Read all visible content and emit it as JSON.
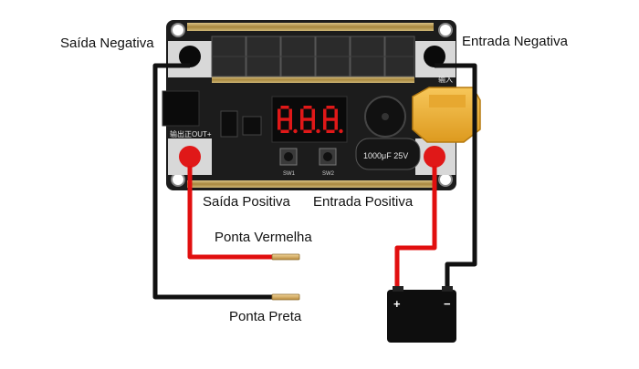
{
  "labels": {
    "saida_negativa": "Saída Negativa",
    "entrada_negativa": "Entrada Negativa",
    "saida_positiva": "Saída Positiva",
    "entrada_positiva": "Entrada Positiva",
    "ponta_vermelha": "Ponta Vermelha",
    "ponta_preta": "Ponta Preta"
  },
  "board_text": {
    "out_marking": "输出正OUT+",
    "in_marking": "输入",
    "capacitor_marking": "1000μF 25V",
    "sw1": "SW1",
    "sw2": "SW2"
  },
  "display": {
    "digits": "8.8.8."
  },
  "battery": {
    "plus": "+",
    "minus": "−"
  },
  "colors": {
    "positive_wire": "#e10f0f",
    "negative_wire": "#111111",
    "pcb": "#1c1c1c",
    "copper_strip": "#b59a55",
    "led": "#e01818",
    "connector": "#f0b030",
    "battery": "#0e0e0e"
  }
}
